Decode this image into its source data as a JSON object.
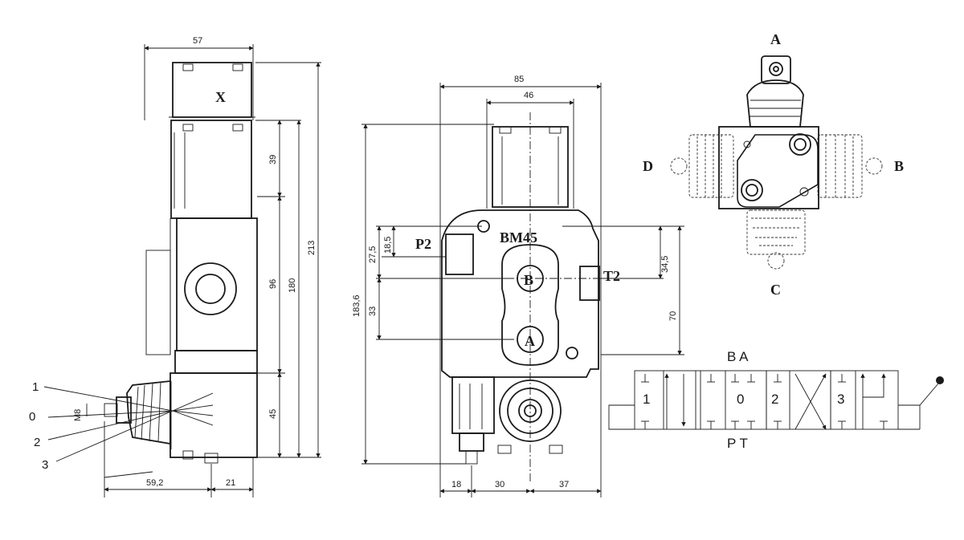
{
  "side_view": {
    "width_top": "57",
    "port_x": "X",
    "dim_39": "39",
    "dim_96": "96",
    "dim_180": "180",
    "dim_213": "213",
    "dim_45": "45",
    "dim_59_2": "59,2",
    "dim_21": "21",
    "thread": "M8",
    "lever_positions": [
      "1",
      "0",
      "2",
      "3"
    ]
  },
  "front_view": {
    "width_85": "85",
    "width_46": "46",
    "model": "BM45",
    "port_p2": "P2",
    "port_t2": "T2",
    "port_b": "B",
    "port_a": "A",
    "dim_27_5": "27,5",
    "dim_18_5": "18,5",
    "dim_183_6": "183,6",
    "dim_33": "33",
    "dim_34_5": "34,5",
    "dim_70": "70",
    "dim_18": "18",
    "dim_30": "30",
    "dim_37": "37"
  },
  "top_view": {
    "label_a": "A",
    "label_b": "B",
    "label_c": "C",
    "label_d": "D"
  },
  "symbol": {
    "top_ports": "B A",
    "bottom_ports": "P T",
    "positions": [
      "1",
      "0",
      "2",
      "3"
    ]
  }
}
